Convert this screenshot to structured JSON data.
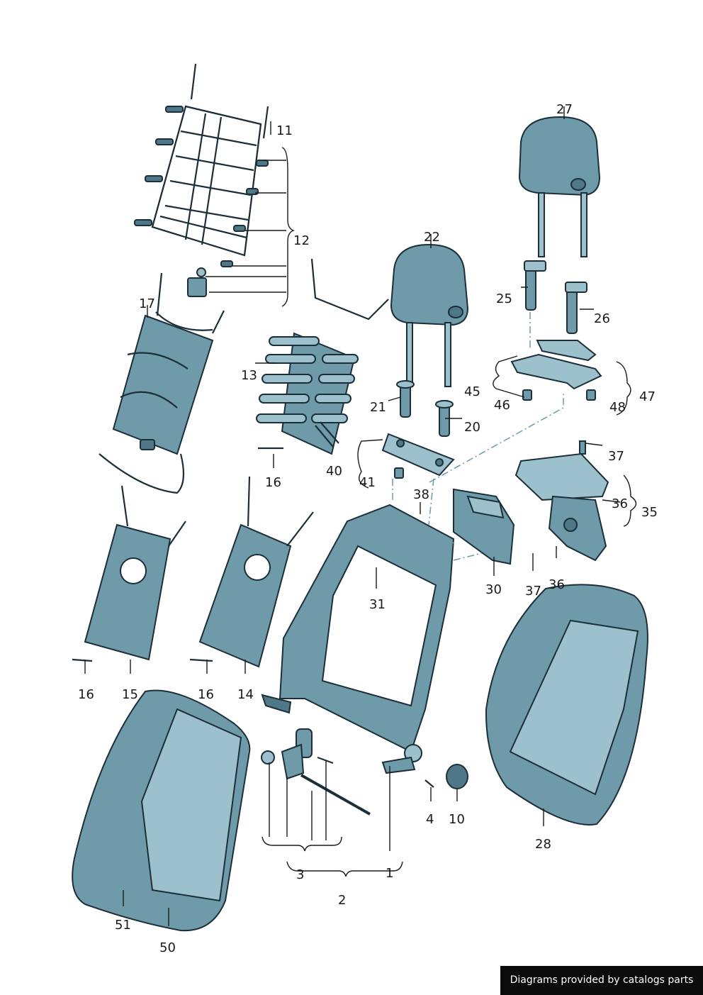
{
  "labels": {
    "p1": "1",
    "p2": "2",
    "p3": "3",
    "p4": "4",
    "p10": "10",
    "p11": "11",
    "p12": "12",
    "p13": "13",
    "p14": "14",
    "p15": "15",
    "p16a": "16",
    "p16b": "16",
    "p16c": "16",
    "p17": "17",
    "p20": "20",
    "p21": "21",
    "p22": "22",
    "p25": "25",
    "p26": "26",
    "p27": "27",
    "p28": "28",
    "p30": "30",
    "p31": "31",
    "p35": "35",
    "p36a": "36",
    "p36b": "36",
    "p37a": "37",
    "p37b": "37",
    "p38": "38",
    "p40": "40",
    "p41": "41",
    "p45": "45",
    "p46": "46",
    "p47": "47",
    "p48": "48",
    "p50": "50",
    "p51": "51"
  },
  "footer": {
    "credit": "Diagrams provided by catalogs parts"
  },
  "colors": {
    "part": "#6f9aaa",
    "part_light": "#9cc0cc",
    "part_dark": "#4e7787",
    "outline": "#1c2f38"
  }
}
